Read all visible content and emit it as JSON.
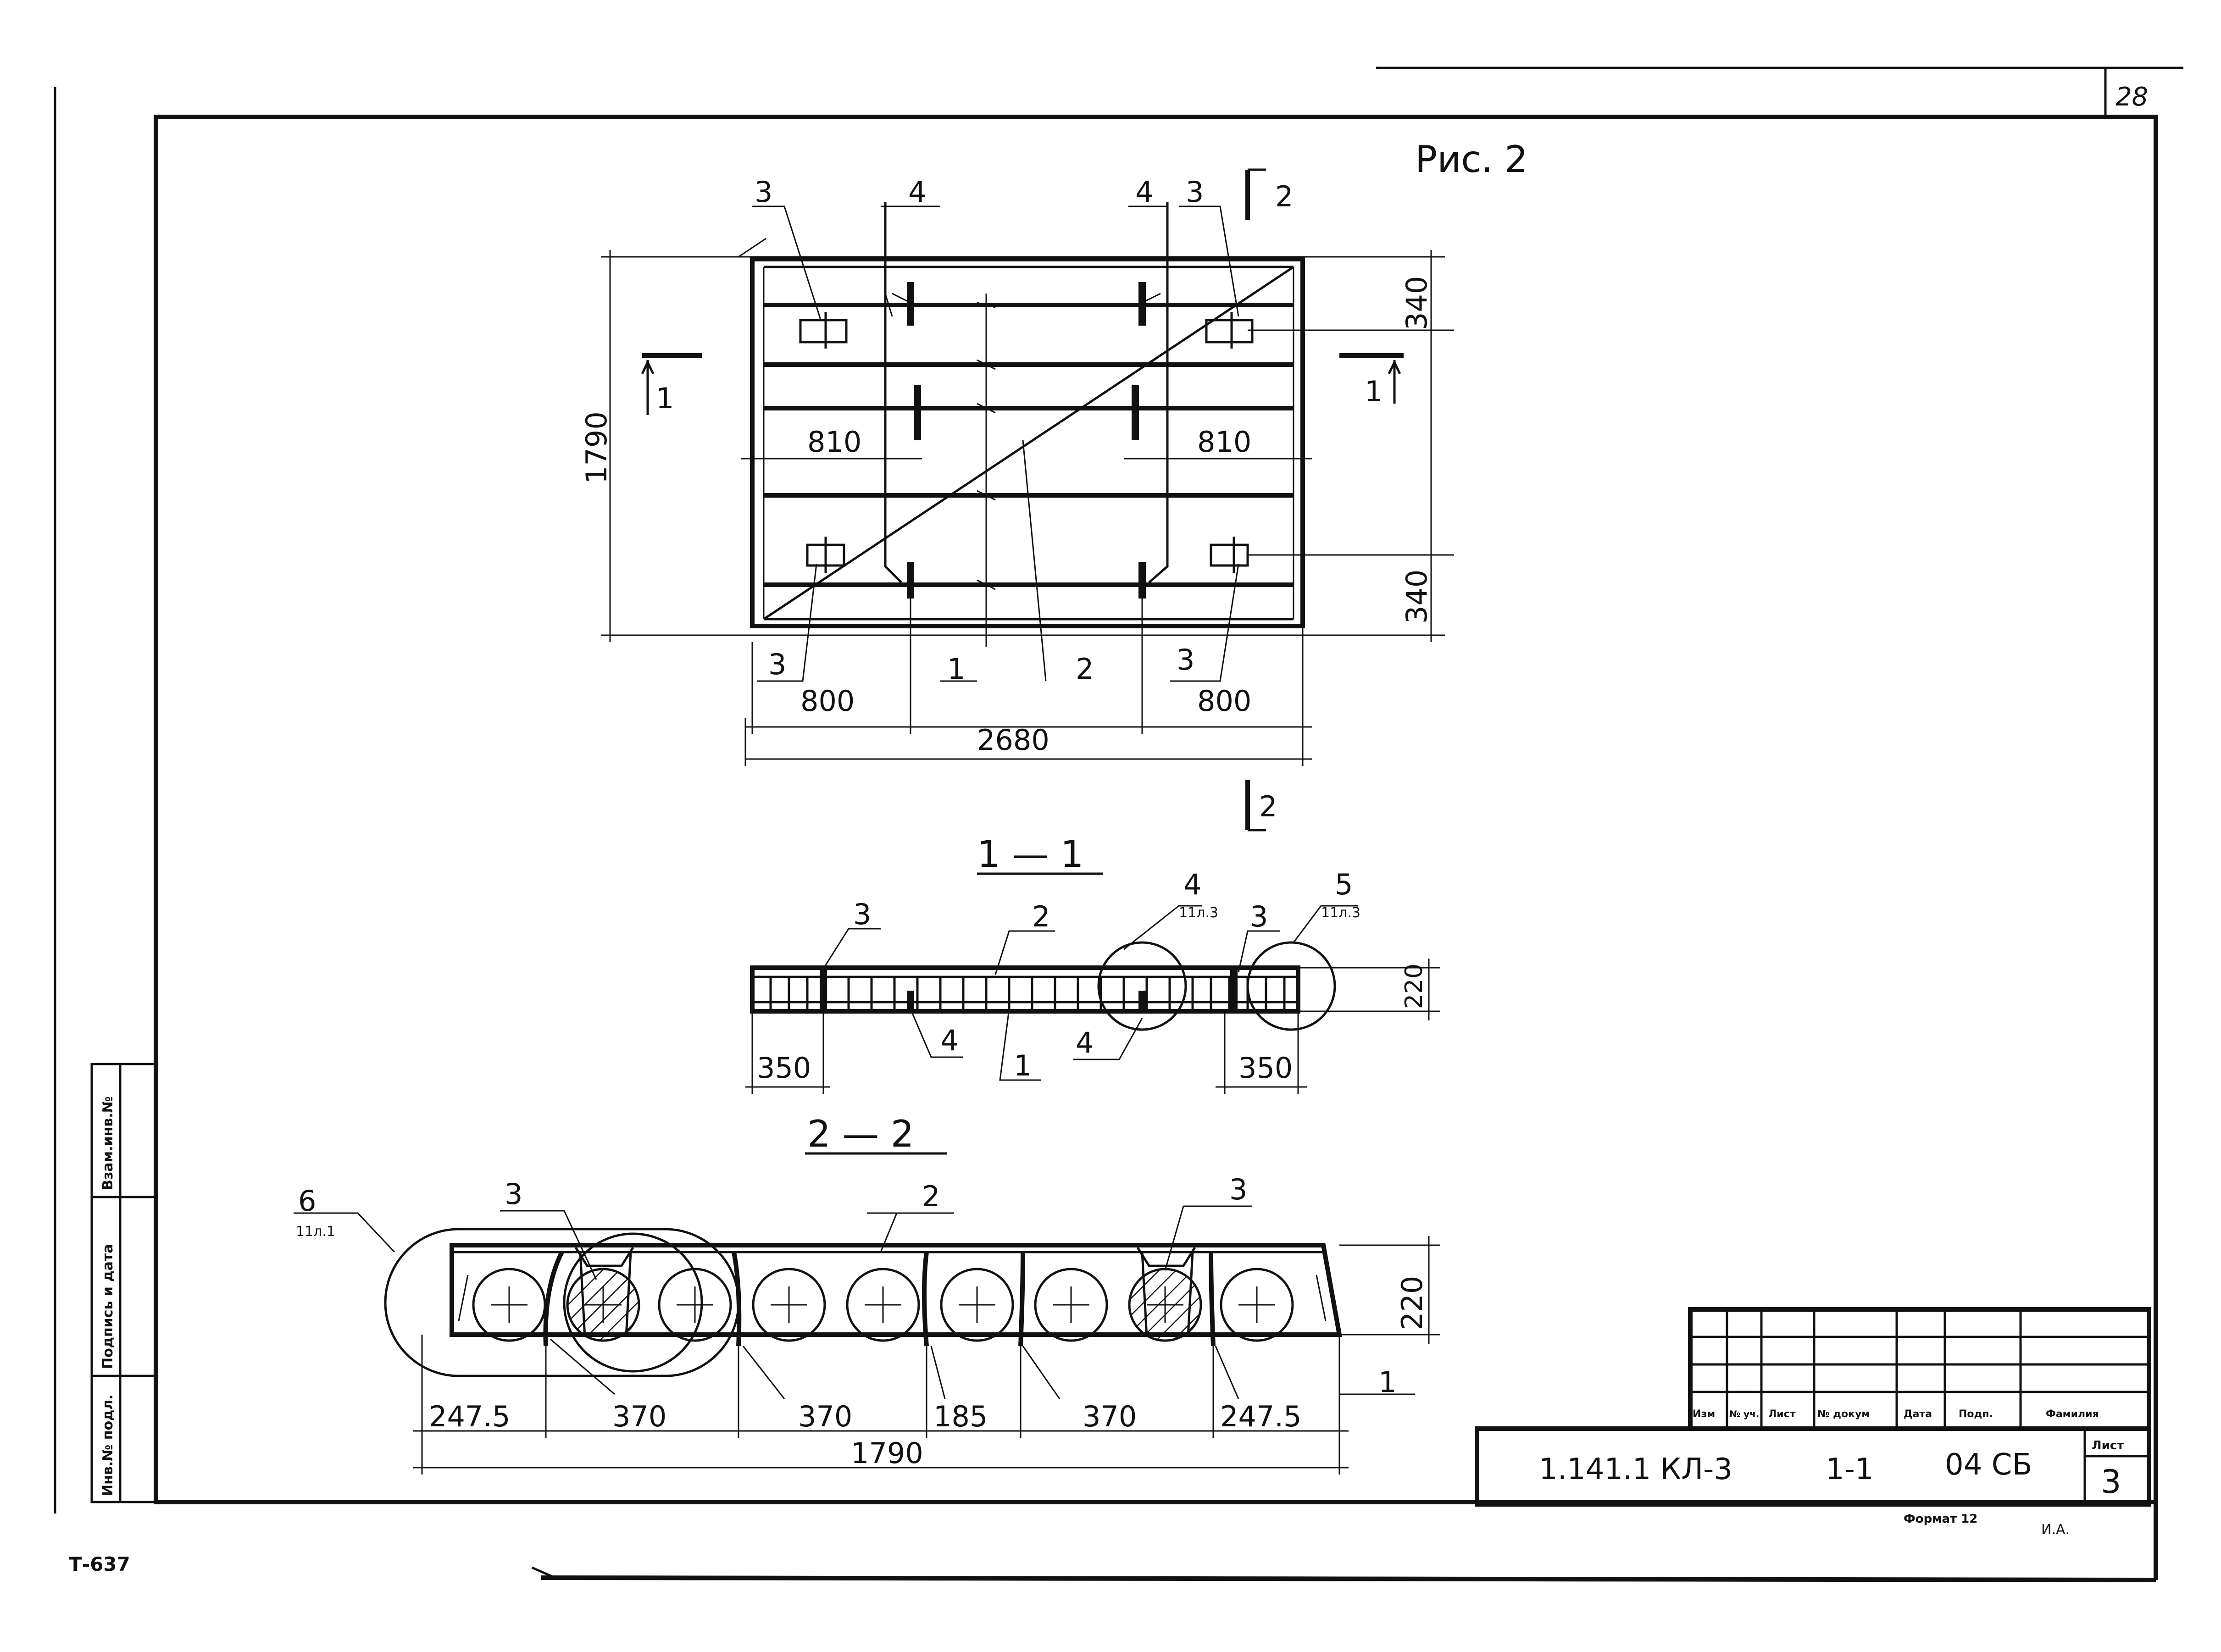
{
  "sheet": {
    "page_number": "28",
    "figure_label": "Рис. 2",
    "corner_code": "Т-637",
    "format_label": "Формат 12",
    "corner_mark": "И.А."
  },
  "plan_view": {
    "overall_width": "2680",
    "overall_height": "1790",
    "edge_offset_left": "800",
    "edge_offset_right": "800",
    "inner_left": "810",
    "inner_right": "810",
    "top_band": "340",
    "bottom_band": "340",
    "labels": {
      "l1": "1",
      "l2": "2",
      "l3a": "3",
      "l3b": "3",
      "l3c": "3",
      "l3d": "3",
      "l4a": "4",
      "l4b": "4"
    },
    "section_marks": {
      "s1_left": "1",
      "s1_right": "1",
      "s2_top": "2",
      "s2_bottom": "2"
    }
  },
  "section_1_1": {
    "title": "1 — 1",
    "height": "220",
    "left_end": "350",
    "right_end": "350",
    "labels": {
      "l1": "1",
      "l2": "2",
      "l3a": "3",
      "l3b": "3",
      "l4a": "4",
      "l4b": "4",
      "l4c": "4",
      "l5": "5"
    },
    "refs": {
      "r4": "11л.3",
      "r5": "11л.3"
    }
  },
  "section_2_2": {
    "title": "2 — 2",
    "height": "220",
    "overall": "1790",
    "segments": [
      "247.5",
      "370",
      "370",
      "185",
      "370",
      "247.5"
    ],
    "labels": {
      "l1": "1",
      "l2": "2",
      "l3a": "3",
      "l3b": "3",
      "l6": "6"
    },
    "refs": {
      "r6": "11л.1"
    }
  },
  "side_stamp": {
    "c1": "Инв.№ подл.",
    "c2": "Подпись и дата",
    "c3": "Взам.инв.№"
  },
  "title_block": {
    "doc_code": "1.141.1 КЛ-3",
    "issue": "1-1",
    "sheet_code": "04 СБ",
    "sheet_label": "Лист",
    "sheet_no": "3",
    "headers": [
      "Изм",
      "№ уч.",
      "Лист",
      "№ докум",
      "Дата",
      "Подп.",
      "Фамилия"
    ]
  }
}
